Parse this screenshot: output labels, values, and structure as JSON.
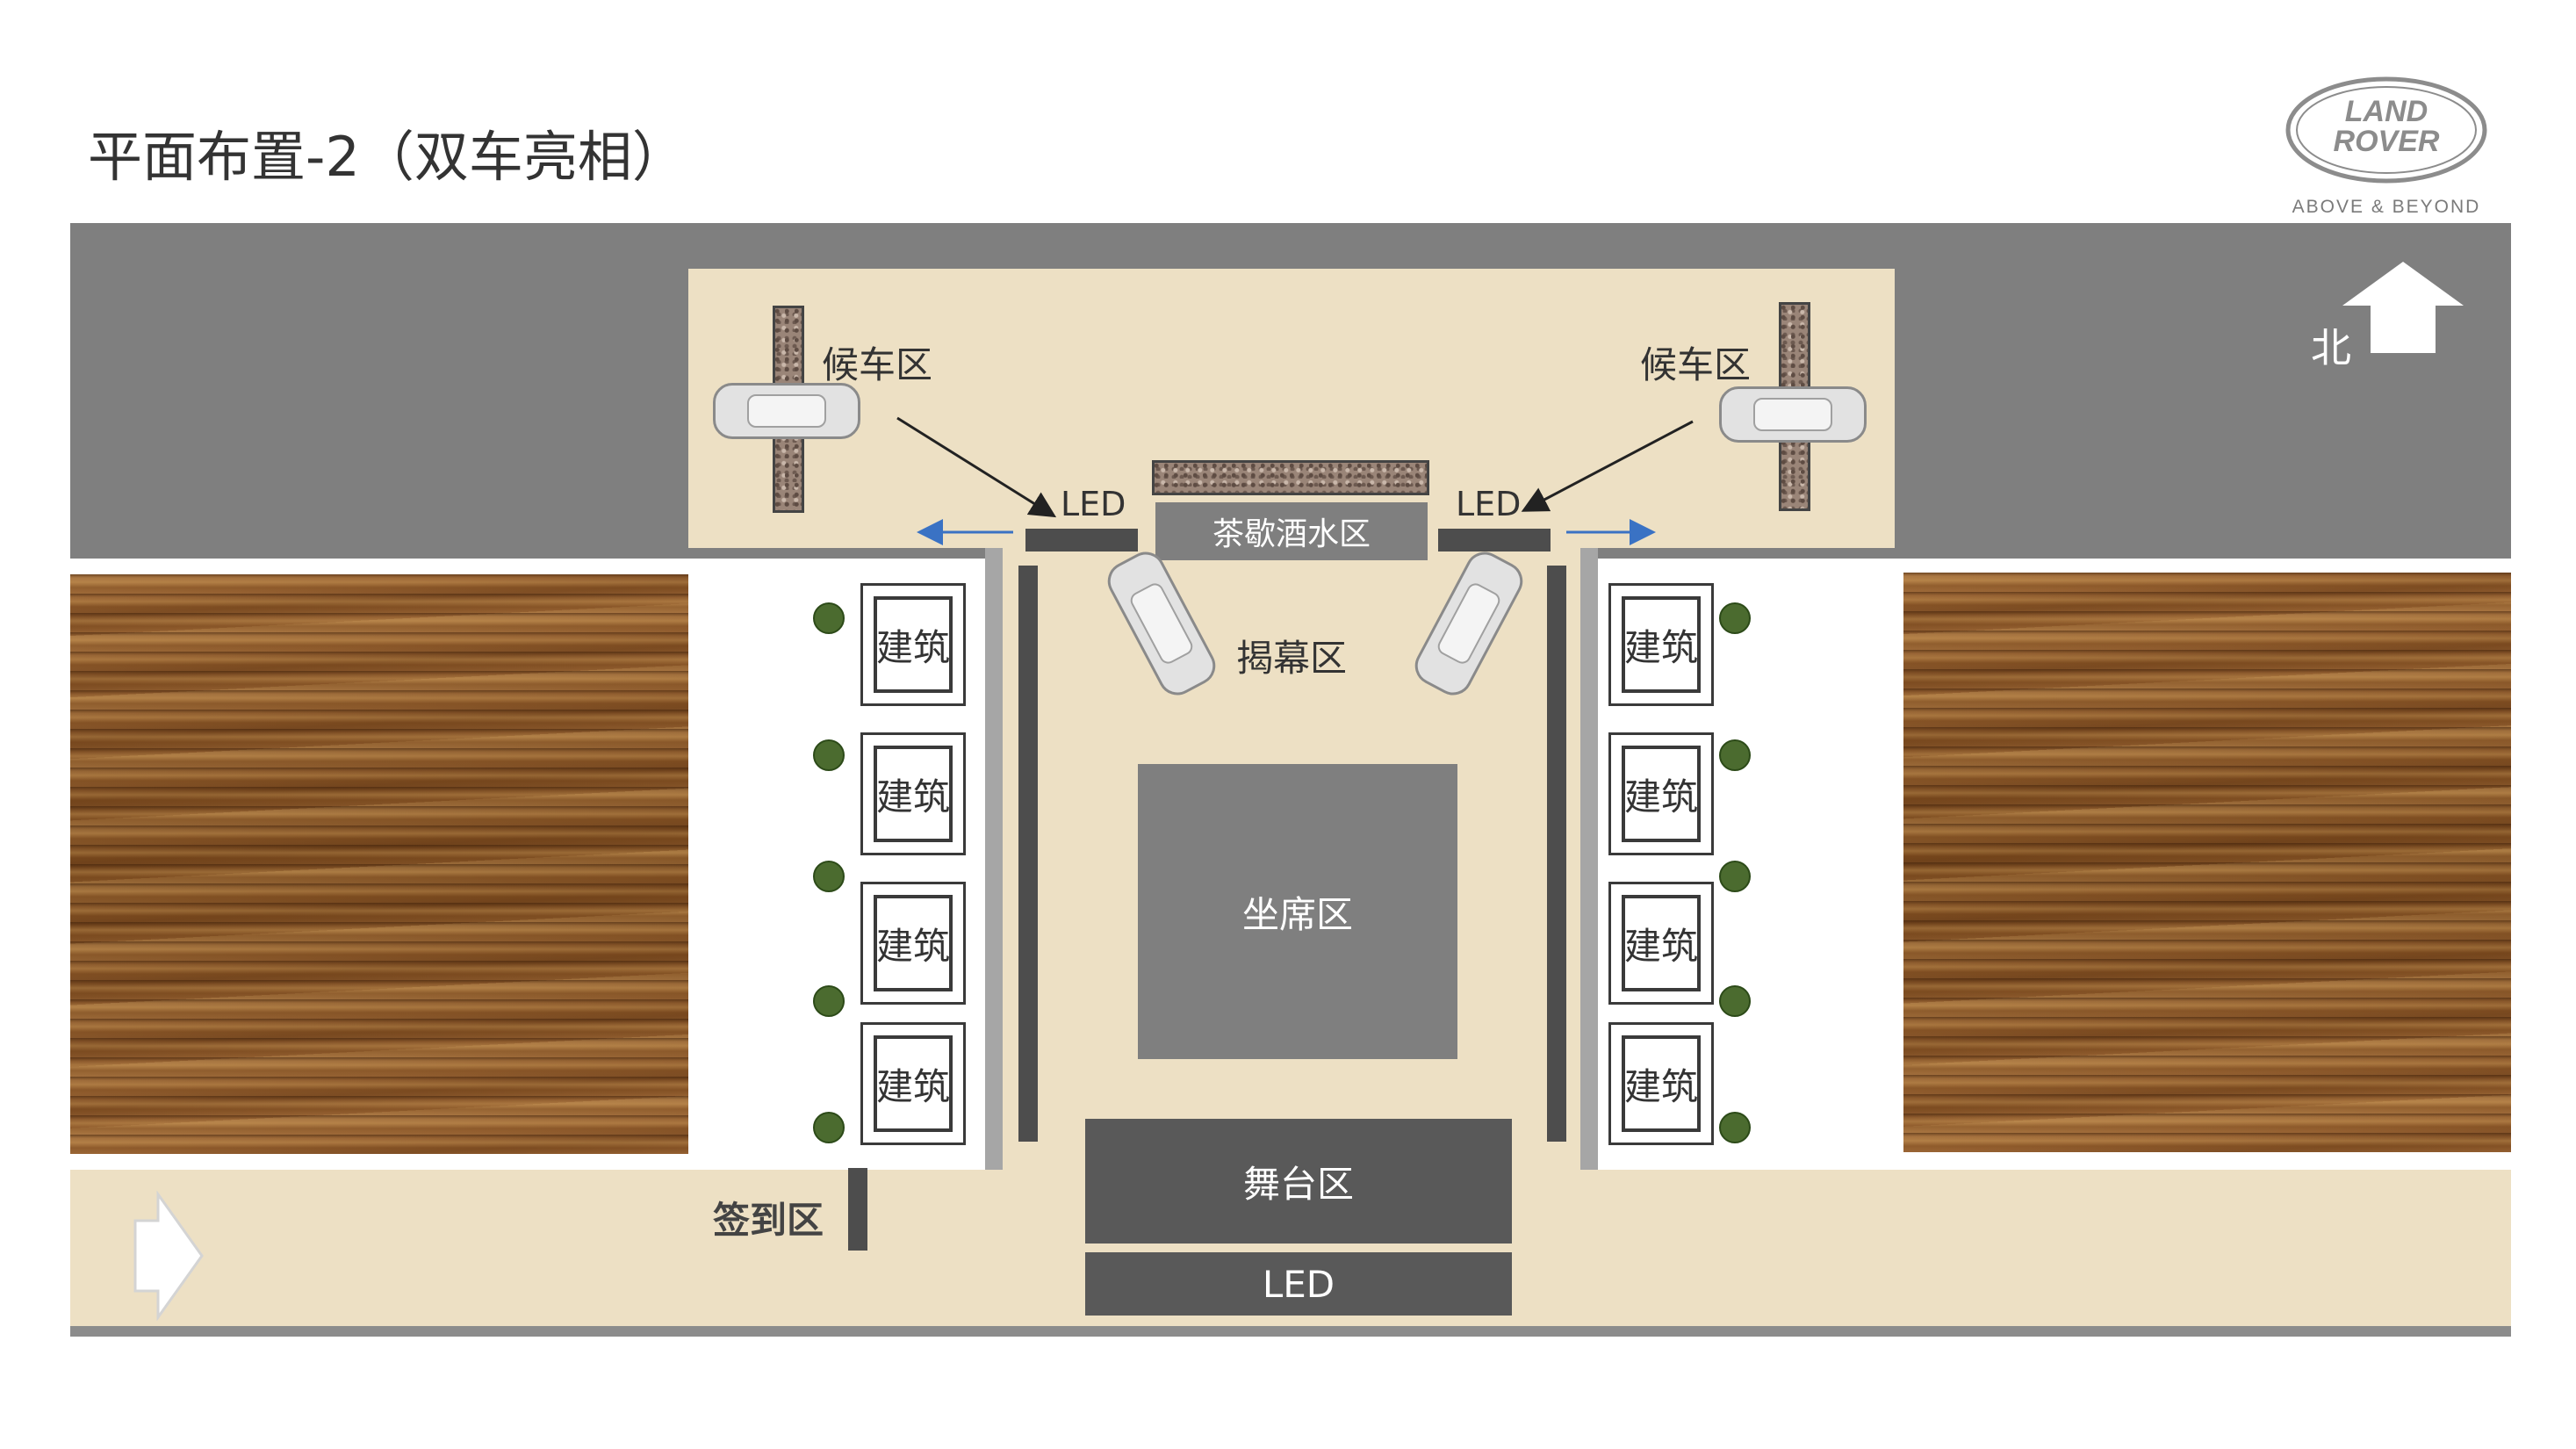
{
  "page_title": "平面布置-2（双车亮相）",
  "logo": {
    "line1": "LAND",
    "line2": "ROVER",
    "tagline": "ABOVE & BEYOND"
  },
  "compass": {
    "label": "北",
    "icon": "north-arrow-icon"
  },
  "zones": {
    "waiting_left": "候车区",
    "waiting_right": "候车区",
    "led_left": "LED",
    "led_right": "LED",
    "tea_bar": "茶歇酒水区",
    "unveiling": "揭幕区",
    "seating": "坐席区",
    "stage": "舞台区",
    "led_bottom": "LED",
    "checkin": "签到区"
  },
  "buildings": {
    "left": [
      "建筑",
      "建筑",
      "建筑",
      "建筑"
    ],
    "right": [
      "建筑",
      "建筑",
      "建筑",
      "建筑"
    ]
  },
  "entrance_icon": "entrance-arrow-icon",
  "colors": {
    "road": "#7f7f7f",
    "plaza": "#ede0c4",
    "seating": "#7f7f7f",
    "stage": "#595959",
    "tree": "#4b6b2f",
    "arrow_blue": "#3a72c4"
  }
}
